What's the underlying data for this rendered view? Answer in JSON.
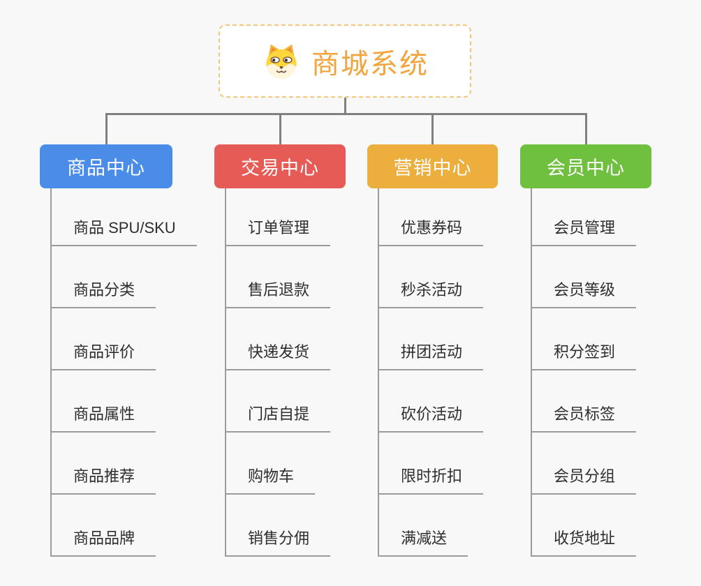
{
  "root": {
    "title": "商城系统",
    "icon": "shiba-dog-icon"
  },
  "branches": [
    {
      "label": "商品中心",
      "color": "#4a8de8",
      "children": [
        "商品 SPU/SKU",
        "商品分类",
        "商品评价",
        "商品属性",
        "商品推荐",
        "商品品牌"
      ]
    },
    {
      "label": "交易中心",
      "color": "#e65b56",
      "children": [
        "订单管理",
        "售后退款",
        "快递发货",
        "门店自提",
        "购物车",
        "销售分佣"
      ]
    },
    {
      "label": "营销中心",
      "color": "#ecae3c",
      "children": [
        "优惠券码",
        "秒杀活动",
        "拼团活动",
        "砍价活动",
        "限时折扣",
        "满减送"
      ]
    },
    {
      "label": "会员中心",
      "color": "#70c040",
      "children": [
        "会员管理",
        "会员等级",
        "积分签到",
        "会员标签",
        "会员分组",
        "收货地址"
      ]
    }
  ],
  "colors": {
    "background": "#f8f8f8",
    "root_border": "#f4c77c",
    "root_text": "#f2a53e",
    "connector": "#808080",
    "leaf_line": "#9b9b9b",
    "leaf_text": "#2d2d2d"
  }
}
